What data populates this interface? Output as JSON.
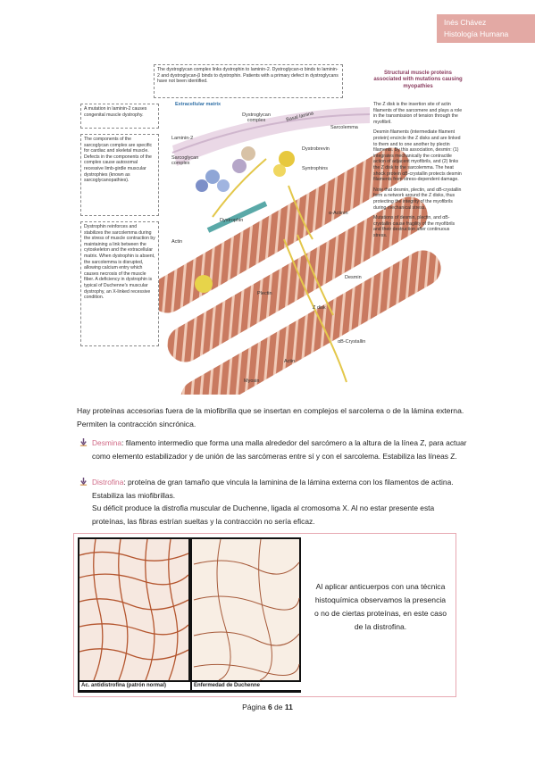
{
  "header": {
    "author": "Inés Chávez",
    "subject": "Histología Humana"
  },
  "figure": {
    "top_box": "The dystroglycan complex links dystrophin to laminin-2. Dystroglycan-α binds to laminin-2 and dystroglycan-β binds to dystrophin. Patients with a primary defect in dystroglycans have not been identified.",
    "box_laminin": "A mutation in laminin-2 causes congenital muscle dystrophy.",
    "box_sarcoglycan": "The components of the sarcoglycan complex are specific for cardiac and skeletal muscle. Defects in the components of the complex cause autosomal recessive limb-girdle muscular dystrophies (known as sarcoglycanopathies).",
    "box_dystrophin": "Dystrophin reinforces and stabilizes the sarcolemma during the stress of muscle contraction by maintaining a link between the cytoskeleton and the extracellular matrix. When dystrophin is absent, the sarcolemma is disrupted, allowing calcium entry which causes necrosis of the muscle fiber. A deficiency in dystrophin is typical of Duchenne's muscular dystrophy, an X-linked recessive condition.",
    "right_title": "Structural muscle proteins associated with mutations causing myopathies",
    "right_p1": "The Z disk is the insertion site of actin filaments of the sarcomere and plays a role in the transmission of tension through the myofibril.",
    "right_p2": "Desmin filaments (intermediate filament protein) encircle the Z disks and are linked to them and to one another by plectin filaments. By this association, desmin: (1) integrates mechanically the contractile action of adjacent myofibrils, and (2) links the Z disk to the sarcolemma. The heat shock protein αB-crystallin protects desmin filaments from stress-dependent damage.",
    "right_p3": "Note that desmin, plectin, and αB-crystallin form a network around the Z disks, thus protecting the integrity of the myofibrils during mechanical stress.",
    "right_p4": "Mutations of desmin, plectin, and αB-crystallin cause fragility of the myofibrils and their destruction after continuous stress.",
    "labels": {
      "extracellular": "Extracellular matrix",
      "dystroglycan": "Dystroglycan complex",
      "basal": "Basal lamina",
      "sarcolemma": "Sarcolemma",
      "laminin": "Laminin-2",
      "sarcoglycan": "Sarcoglycan complex",
      "dystrobrevin": "Dystrobrevin",
      "syntrophins": "Syntrophins",
      "dystrophin": "Dystrophin",
      "actinin": "α-Actinin",
      "actin1": "Actin",
      "desmin": "Desmin",
      "plectin": "Plectin",
      "zdisk": "Z disk",
      "crystallin": "αB-Crystallin",
      "actin2": "Actin",
      "myosin": "Myosin"
    }
  },
  "intro": "Hay proteínas accesorias fuera de la miofibrilla que se insertan en complejos el sarcolema o de la lámina externa. Permiten la contracción sincrónica.",
  "bullets": [
    {
      "term": "Desmina",
      "text": ": filamento intermedio que forma una malla alrededor del sarcómero a la altura de la línea Z, para actuar como elemento estabilizador y de unión de las sarcómeras entre sí y con el sarcolema. Estabiliza las líneas Z."
    },
    {
      "term": "Distrofina",
      "text": ": proteína de gran tamaño que vincula la laminina de la lámina externa con los filamentos de actina. Estabiliza las miofibrillas.",
      "extra": "Su déficit produce la distrofia muscular de Duchenne, ligada al cromosoma X. Al no estar presente esta proteínas, las fibras estrían sueltas y la contracción no sería eficaz."
    }
  ],
  "photos": {
    "cap_left": "Ac. antidistrofina (patrón normal)",
    "cap_right": "Enfermedad de Duchenne",
    "text": "Al aplicar anticuerpos con una técnica histoquímica observamos la presencia o no de ciertas proteínas, en este caso de la distrofina."
  },
  "footer": {
    "prefix": "Página ",
    "page": "6",
    "sep": " de ",
    "total": "11"
  },
  "colors": {
    "accent": "#e3a9a4",
    "term": "#d06a86",
    "muscle": "#c4715a"
  }
}
